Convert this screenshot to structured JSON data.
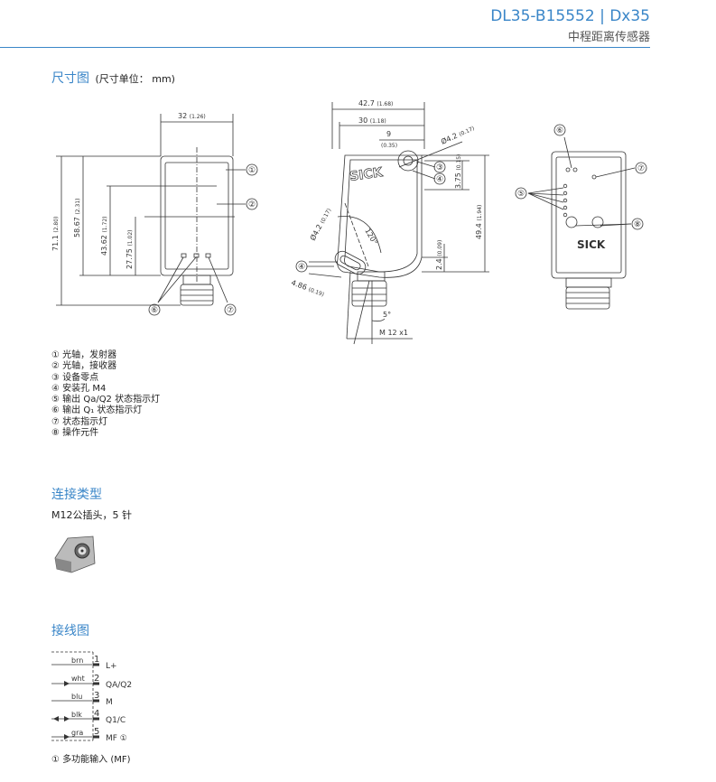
{
  "header": {
    "title": "DL35-B15552 | Dx35",
    "subtitle": "中程距离传感器"
  },
  "dimensions": {
    "title": "尺寸图",
    "unit_note": "(尺寸单位： mm)",
    "front_view": {
      "width_label": "32",
      "width_inch": "(1.26)",
      "h1": "71.1",
      "h1_inch": "(2.80)",
      "h2": "58.67",
      "h2_inch": "(2.31)",
      "h3": "43.62",
      "h3_inch": "(1.72)",
      "h4": "27.75",
      "h4_inch": "(1.02)",
      "callouts": [
        "①",
        "②",
        "⑥",
        "⑦"
      ]
    },
    "side_view": {
      "w_total": "42.7",
      "w_total_inch": "(1.68)",
      "w_body": "30",
      "w_body_inch": "(1.18)",
      "w_hole": "9",
      "w_hole_inch": "(0.35)",
      "hole_dia": "Ø4.2",
      "hole_dia_inch": "(0.17)",
      "h_offset": "3.75",
      "h_offset_inch": "(0.15)",
      "h_total": "49.4",
      "h_total_inch": "(1.94)",
      "h_small": "2.4",
      "h_small_inch": "(0.09)",
      "hole2_dia": "Ø4.2",
      "hole2_dia_inch": "(0.17)",
      "hole2_off": "4.86",
      "hole2_off_inch": "(0.19)",
      "angle": "120°",
      "tilt": "5°",
      "thread": "M 12 x1",
      "brand": "SICK",
      "callouts": [
        "③",
        "④",
        "④"
      ]
    },
    "back_view": {
      "brand": "SICK",
      "callouts": [
        "⑥",
        "⑦",
        "⑤",
        "⑧"
      ]
    },
    "legend": [
      "① 光轴，发射器",
      "② 光轴，接收器",
      "③ 设备零点",
      "④ 安装孔 M4",
      "⑤ 输出 Qa/Q2 状态指示灯",
      "⑥ 输出 Q₁ 状态指示灯",
      "⑦ 状态指示灯",
      "⑧ 操作元件"
    ]
  },
  "connection": {
    "title": "连接类型",
    "text": "M12公插头，5 针"
  },
  "wiring": {
    "title": "接线图",
    "pins": [
      {
        "wire": "brn",
        "num": "1",
        "func": "L+"
      },
      {
        "wire": "wht",
        "num": "2",
        "func": "QA/Q2"
      },
      {
        "wire": "blu",
        "num": "3",
        "func": "M"
      },
      {
        "wire": "blk",
        "num": "4",
        "func": "Q1/C"
      },
      {
        "wire": "gra",
        "num": "5",
        "func": "MF ①"
      }
    ],
    "footnote": "① 多功能输入 (MF)"
  }
}
